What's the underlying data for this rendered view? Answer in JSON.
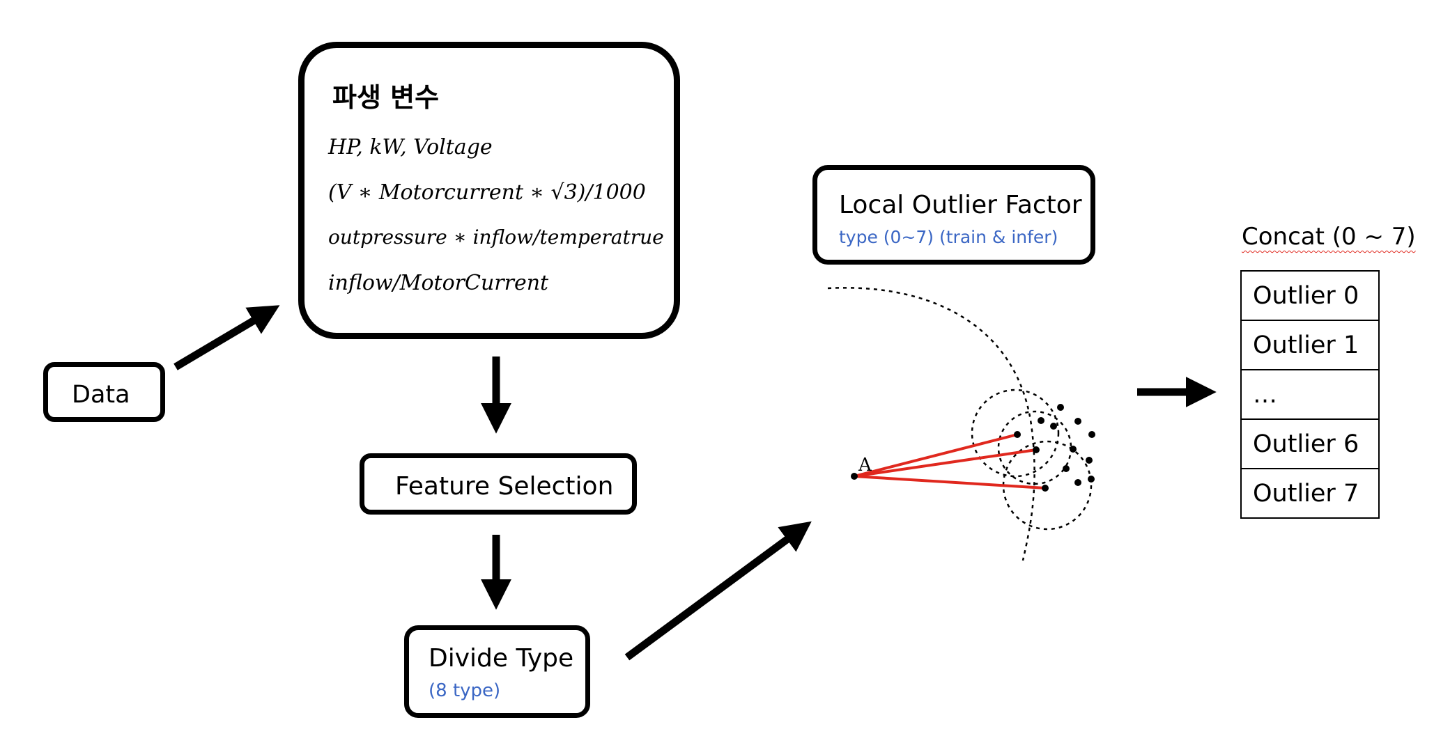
{
  "colors": {
    "stroke": "#000000",
    "subtitle": "#3a66c4",
    "lof_lines": "#e0281e"
  },
  "nodes": {
    "data": {
      "label": "Data"
    },
    "derived": {
      "title": "파생 변수",
      "formulas": [
        "HP, kW, Voltage",
        "(V ∗ Motorcurrent ∗ √3)/1000",
        "outpressure ∗ inflow/temperatrue",
        "inflow/MotorCurrent"
      ]
    },
    "feature_selection": {
      "label": "Feature Selection"
    },
    "divide_type": {
      "label": "Divide Type",
      "sublabel": "(8 type)"
    },
    "lof": {
      "label": "Local Outlier Factor",
      "sublabel": "type (0~7) (train & infer)"
    },
    "concat": {
      "title": "Concat (0 ~ 7)",
      "rows": [
        "Outlier 0",
        "Outlier 1",
        "…",
        "Outlier 6",
        "Outlier 7"
      ]
    }
  },
  "illustration": {
    "point_label": "A"
  }
}
